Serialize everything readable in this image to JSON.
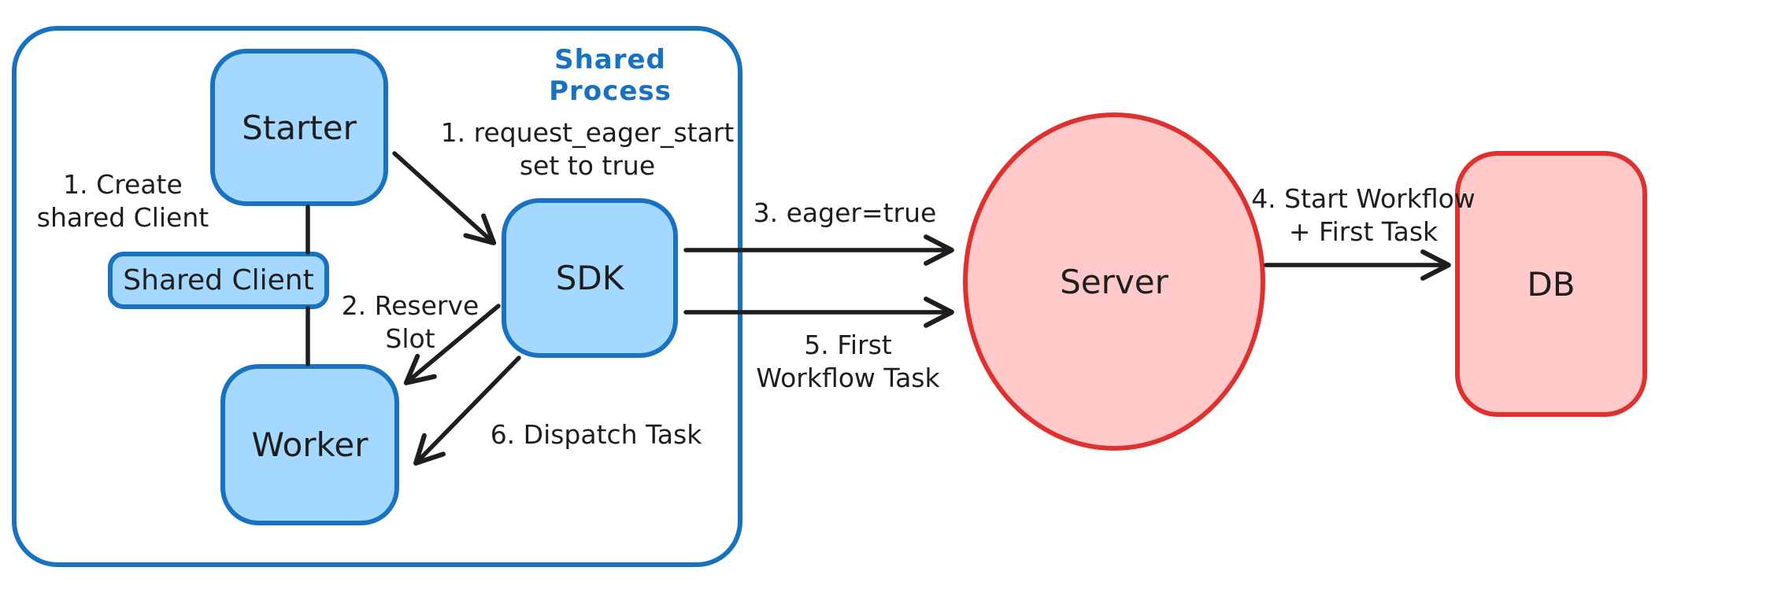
{
  "colors": {
    "canvas_bg": "#ffffff",
    "blue_stroke": "#1971c2",
    "blue_fill": "#a5d8ff",
    "red_stroke": "#e03131",
    "red_fill": "#ffc9c9",
    "ink": "#1e1e1e"
  },
  "container": {
    "label": "Shared Process"
  },
  "nodes": {
    "starter": {
      "label": "Starter"
    },
    "shared_client": {
      "label": "Shared Client"
    },
    "worker": {
      "label": "Worker"
    },
    "sdk": {
      "label": "SDK"
    },
    "server": {
      "label": "Server"
    },
    "db": {
      "label": "DB"
    }
  },
  "annotations": {
    "create_shared_client": "1. Create\nshared Client",
    "request_eager_start": "1. request_eager_start\nset to true",
    "reserve_slot": "2. Reserve\nSlot",
    "eager_true": "3. eager=true",
    "start_workflow": "4. Start Workflow\n+ First Task",
    "first_workflow_task": "5. First\nWorkflow Task",
    "dispatch_task": "6. Dispatch Task"
  }
}
